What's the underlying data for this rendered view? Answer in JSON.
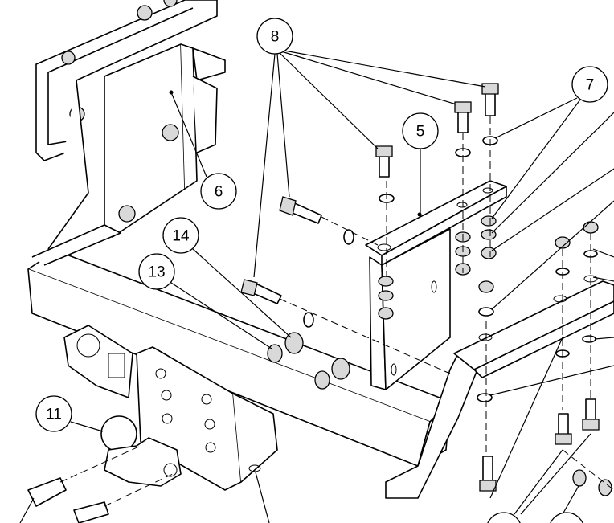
{
  "callouts": {
    "c5": "5",
    "c6": "6",
    "c7": "7",
    "c8": "8",
    "c11": "11",
    "c13": "13",
    "c14": "14"
  }
}
